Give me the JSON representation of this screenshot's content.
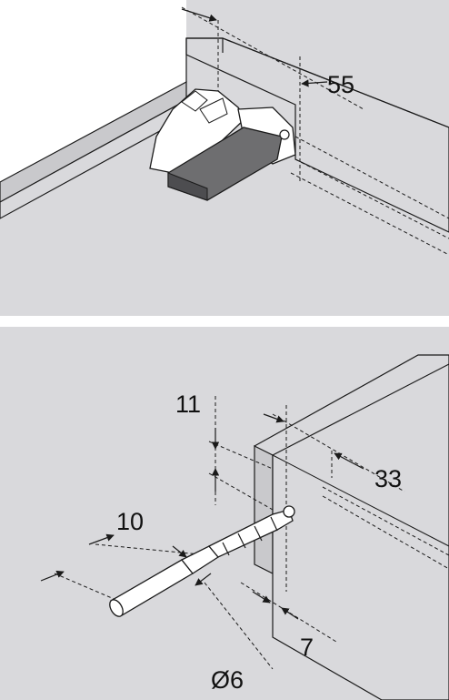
{
  "colors": {
    "panel_background": "#d9d9dc",
    "board_edge": "#b5b5b8",
    "line": "#1a1a1a",
    "clip_dark": "#6e6e70",
    "white": "#ffffff"
  },
  "top_figure": {
    "dimension_55": "55"
  },
  "bottom_figure": {
    "dimension_11": "11",
    "dimension_33": "33",
    "dimension_10": "10",
    "dimension_7": "7",
    "dimension_diameter_6": "Ø6"
  }
}
